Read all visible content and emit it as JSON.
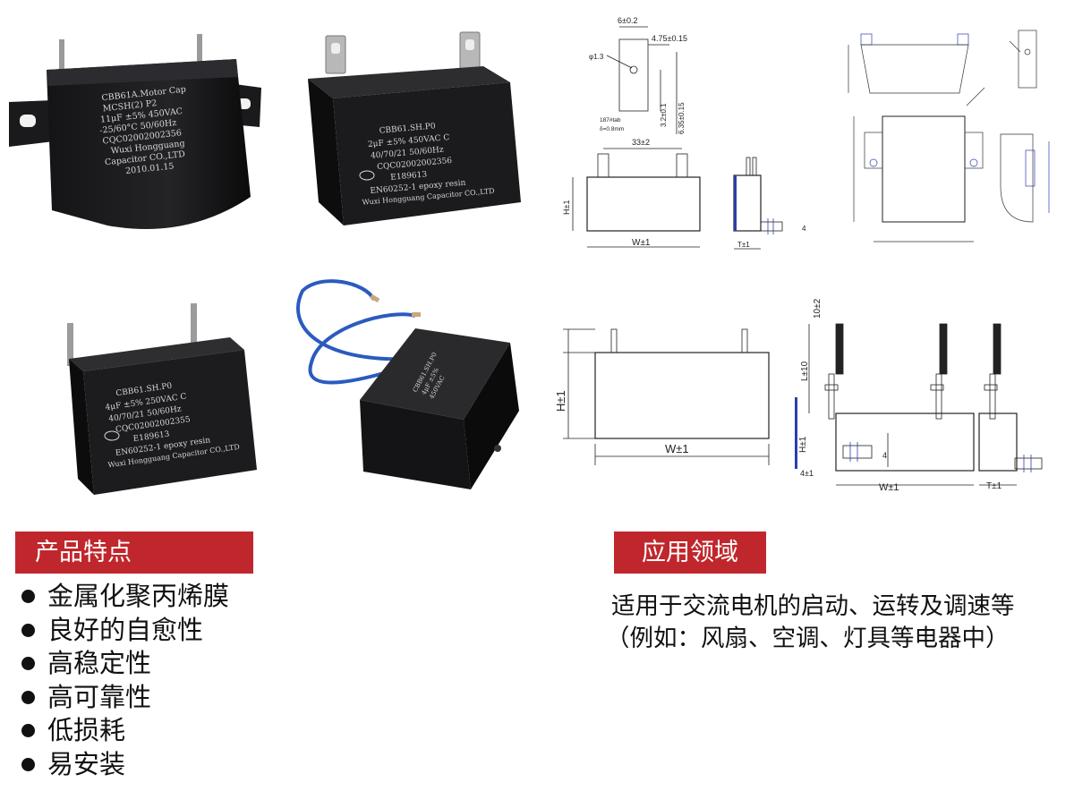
{
  "products": [
    {
      "name": "CBB61A.Motor Cap",
      "lines": [
        "CBB61A.Motor Cap",
        "MCSH(2)     P2",
        "11μF ±5%  450VAC",
        "-25/60°C  50/60Hz",
        "CQC02002002356",
        "Wuxi Hongguang",
        "Capacitor CO.,LTD",
        "2010.01.15"
      ]
    },
    {
      "name": "CBB61.SH.P0 2μF",
      "lines": [
        "CBB61.SH.P0",
        "2μF ±5% 450VAC C",
        "40/70/21    50/60Hz",
        "CQC02002002356",
        "E189613",
        "EN60252-1 epoxy resin",
        "Wuxi Hongguang Capacitor CO.,LTD"
      ]
    },
    {
      "name": "CBB61.SH.P0 4μF",
      "lines": [
        "CBB61.SH.P0",
        "4μF ±5% 250VAC C",
        "40/70/21    50/60Hz",
        "CQC02002002355",
        "E189613",
        "EN60252-1 epoxy resin",
        "Wuxi Hongguang Capacitor CO.,LTD"
      ]
    },
    {
      "name": "CBB61.SH.P0 wired",
      "lines": [
        "CBB61.SH.P0",
        "4μF ±5%",
        "450VAC"
      ]
    }
  ],
  "drawing_1": {
    "tab_width": "6±0.2",
    "tab_thickness": "4.75±0.15",
    "hole": "φ1.3",
    "tab_offset": "3.2±0.1",
    "tab_length": "6.35±0.15",
    "note_1": "187#tab",
    "note_2": "δ=0.8mm",
    "pin_spacing": "33±2",
    "height": "H±1",
    "width": "W±1",
    "thickness": "T±1",
    "clip": "4"
  },
  "drawing_3": {
    "height": "H±1",
    "width": "W±1"
  },
  "drawing_4": {
    "lead_strip": "10±2",
    "lead_length": "L±10",
    "height": "H±1",
    "clip": "4",
    "offset": "4±1",
    "width": "W±1",
    "thickness": "T±1"
  },
  "features": {
    "heading": "产品特点",
    "items": [
      "金属化聚丙烯膜",
      "良好的自愈性",
      "高稳定性",
      "高可靠性",
      "低损耗",
      "易安装"
    ]
  },
  "applications": {
    "heading": "应用领域",
    "line1": "适用于交流电机的启动、运转及调速等",
    "line2": "（例如：风扇、空调、灯具等电器中）"
  },
  "colors": {
    "banner": "#c0272d",
    "capacitor_body": "#1b1b1d",
    "blue_wire": "#2a5bbf",
    "drawing_blue": "#2b3fa8"
  }
}
